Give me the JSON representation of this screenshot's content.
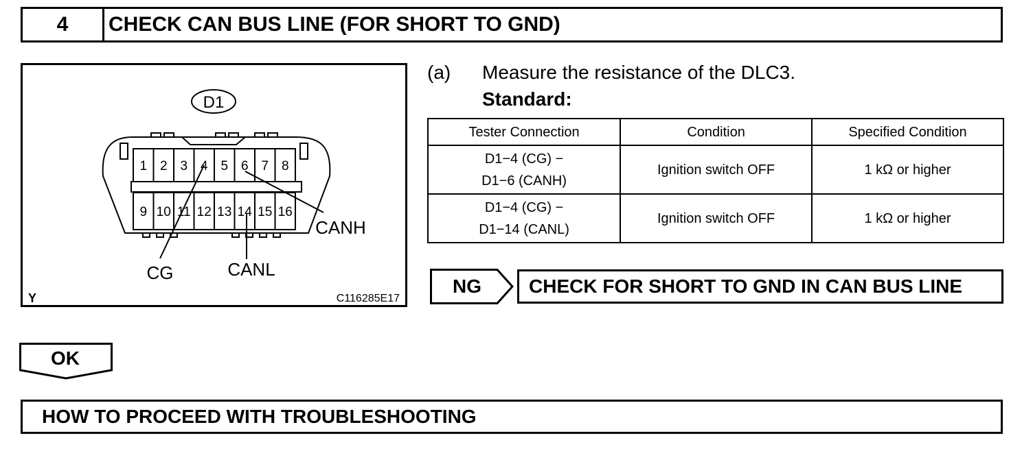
{
  "step": {
    "number": "4",
    "title": "CHECK CAN BUS LINE (FOR SHORT TO GND)"
  },
  "figure": {
    "connector_label": "D1",
    "top_pins": [
      "1",
      "2",
      "3",
      "4",
      "5",
      "6",
      "7",
      "8"
    ],
    "bottom_pins": [
      "9",
      "10",
      "11",
      "12",
      "13",
      "14",
      "15",
      "16"
    ],
    "callouts": {
      "cg": "CG",
      "canl": "CANL",
      "canh": "CANH"
    },
    "corner_letter": "Y",
    "figure_code": "C116285E17"
  },
  "instruction": {
    "marker": "(a)",
    "text": "Measure the resistance of the DLC3.",
    "standard_label": "Standard:"
  },
  "spec_table": {
    "headers": [
      "Tester Connection",
      "Condition",
      "Specified Condition"
    ],
    "rows": [
      {
        "connection_line1": "D1−4 (CG) −",
        "connection_line2": "D1−6 (CANH)",
        "condition": "Ignition switch OFF",
        "specified": "1 kΩ or higher"
      },
      {
        "connection_line1": "D1−4 (CG) −",
        "connection_line2": "D1−14 (CANL)",
        "condition": "Ignition switch OFF",
        "specified": "1 kΩ or higher"
      }
    ]
  },
  "ng": {
    "label": "NG",
    "action": "CHECK FOR SHORT TO GND IN CAN BUS LINE"
  },
  "ok": {
    "label": "OK"
  },
  "next_step": {
    "title": "HOW TO PROCEED WITH TROUBLESHOOTING"
  }
}
